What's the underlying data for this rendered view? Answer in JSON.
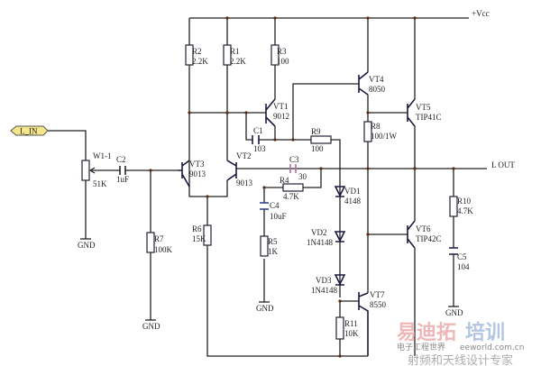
{
  "supply": "+Vcc",
  "input_label": "L_IN",
  "output_label": "L OUT",
  "ground": "GND",
  "components": {
    "R1": {
      "ref": "R1",
      "value": "2.2K"
    },
    "R2": {
      "ref": "R2",
      "value": "2.2K"
    },
    "R3": {
      "ref": "R3",
      "value": "100"
    },
    "R4": {
      "ref": "R4",
      "value": "4.7K"
    },
    "R5": {
      "ref": "R5",
      "value": "1K"
    },
    "R6": {
      "ref": "R6",
      "value": "15K"
    },
    "R7": {
      "ref": "R7",
      "value": "100K"
    },
    "R8": {
      "ref": "R8",
      "value": "100/1W"
    },
    "R9": {
      "ref": "R9",
      "value": "100"
    },
    "R10": {
      "ref": "R10",
      "value": "4.7K"
    },
    "R11": {
      "ref": "R11",
      "value": "10K"
    },
    "C1": {
      "ref": "C1",
      "value": "103"
    },
    "C2": {
      "ref": "C2",
      "value": "1uF"
    },
    "C3": {
      "ref": "C3",
      "value": "30"
    },
    "C4": {
      "ref": "C4",
      "value": "10uF"
    },
    "C5": {
      "ref": "C5",
      "value": "104"
    },
    "W1": {
      "ref": "W1-1",
      "value": "51K"
    },
    "VD1": {
      "ref": "VD1",
      "value": "4148"
    },
    "VD2": {
      "ref": "VD2",
      "value": "1N4148"
    },
    "VD3": {
      "ref": "VD3",
      "value": "1N4148"
    },
    "VT1": {
      "ref": "VT1",
      "value": "9012"
    },
    "VT2": {
      "ref": "VT2",
      "value": "9013"
    },
    "VT3": {
      "ref": "VT3",
      "value": "9013"
    },
    "VT4": {
      "ref": "VT4",
      "value": "8050"
    },
    "VT5": {
      "ref": "VT5",
      "value": "TIP41C"
    },
    "VT6": {
      "ref": "VT6",
      "value": "TIP42C"
    },
    "VT7": {
      "ref": "VT7",
      "value": "8550"
    }
  },
  "watermark": {
    "line1a": "易迪拓",
    "line1b": "培训",
    "line2": "射频和天线设计专家",
    "site": "eeworld.com.cn",
    "site_cn": "电子工程世界"
  },
  "colors": {
    "wire": "#222222",
    "label_fill": "#f5e68a",
    "highlight": "#e8b8c8"
  }
}
